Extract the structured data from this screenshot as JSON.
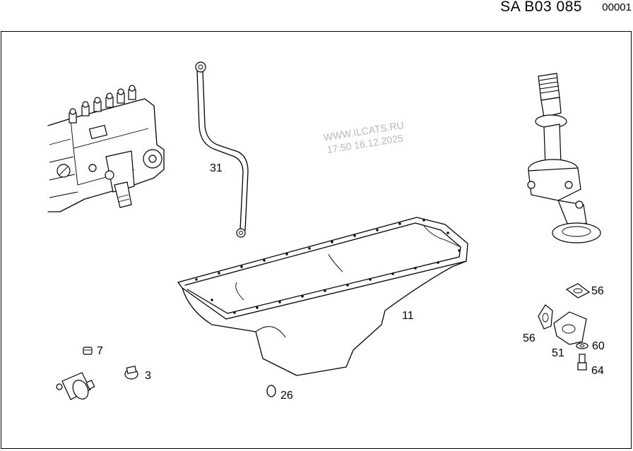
{
  "header": {
    "diagram_code": "SA B03 085",
    "page_number": "00001"
  },
  "watermark": {
    "line1": "WWW.ILCATS.RU",
    "line2": "17:50 16.12.2025"
  },
  "callouts": {
    "p31": "31",
    "p11": "11",
    "p56a": "56",
    "p56b": "56",
    "p51": "51",
    "p60": "60",
    "p64": "64",
    "p7": "7",
    "p3": "3",
    "p26": "26"
  }
}
